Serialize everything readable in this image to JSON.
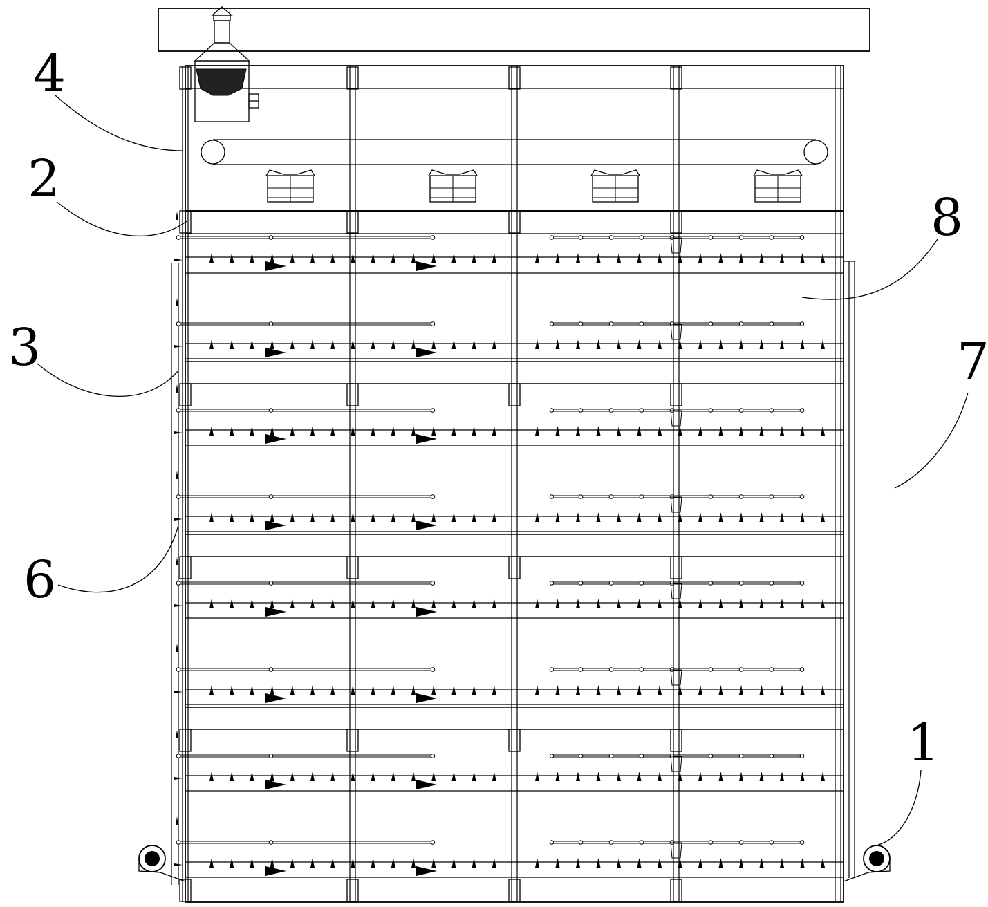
{
  "diagram": {
    "reference_labels": [
      "4",
      "2",
      "3",
      "6",
      "8",
      "7",
      "1"
    ]
  },
  "colors": {
    "line": "#000000",
    "background": "#ffffff"
  }
}
